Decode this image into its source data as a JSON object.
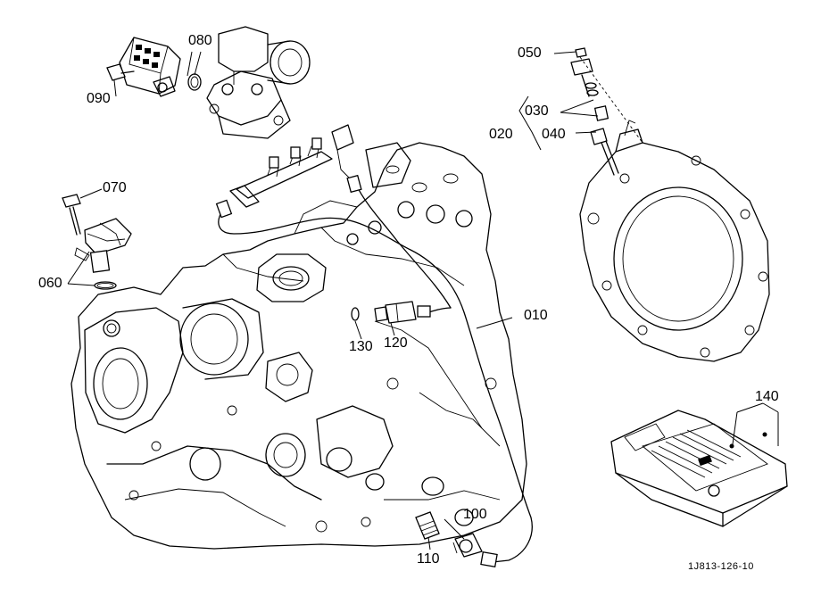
{
  "callouts": {
    "c010": "010",
    "c020": "020",
    "c030": "030",
    "c040": "040",
    "c050": "050",
    "c060": "060",
    "c070": "070",
    "c080": "080",
    "c090": "090",
    "c100": "100",
    "c110": "110",
    "c120": "120",
    "c130": "130",
    "c140": "140"
  },
  "figure_ref": "1J813-126-10"
}
